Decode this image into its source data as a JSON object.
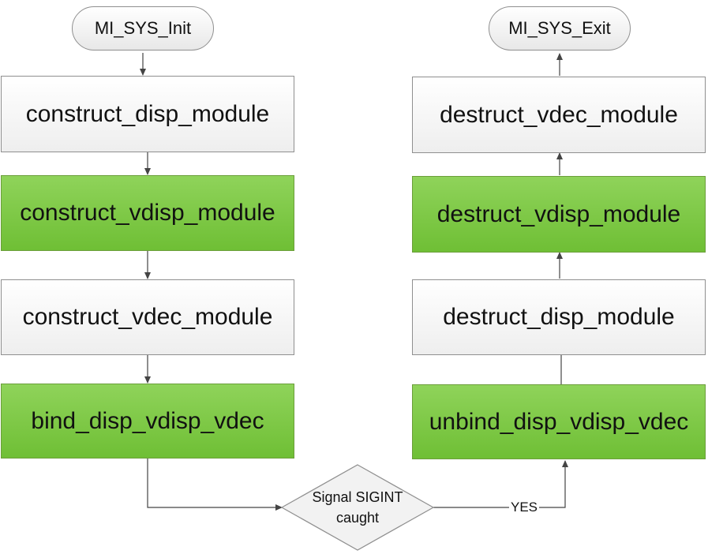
{
  "colors": {
    "green_fill": "#78c442",
    "plain_fill": "#f3f3f3",
    "stroke": "#555555"
  },
  "nodes": {
    "start": "MI_SYS_Init",
    "construct_disp": "construct_disp_module",
    "construct_vdisp": "construct_vdisp_module",
    "construct_vdec": "construct_vdec_module",
    "bind": "bind_disp_vdisp_vdec",
    "decision_line1": "Signal  SIGINT",
    "decision_line2": "caught",
    "unbind": "unbind_disp_vdisp_vdec",
    "destruct_disp": "destruct_disp_module",
    "destruct_vdisp": "destruct_vdisp_module",
    "destruct_vdec": "destruct_vdec_module",
    "end": "MI_SYS_Exit"
  },
  "edge_labels": {
    "yes": "YES"
  }
}
